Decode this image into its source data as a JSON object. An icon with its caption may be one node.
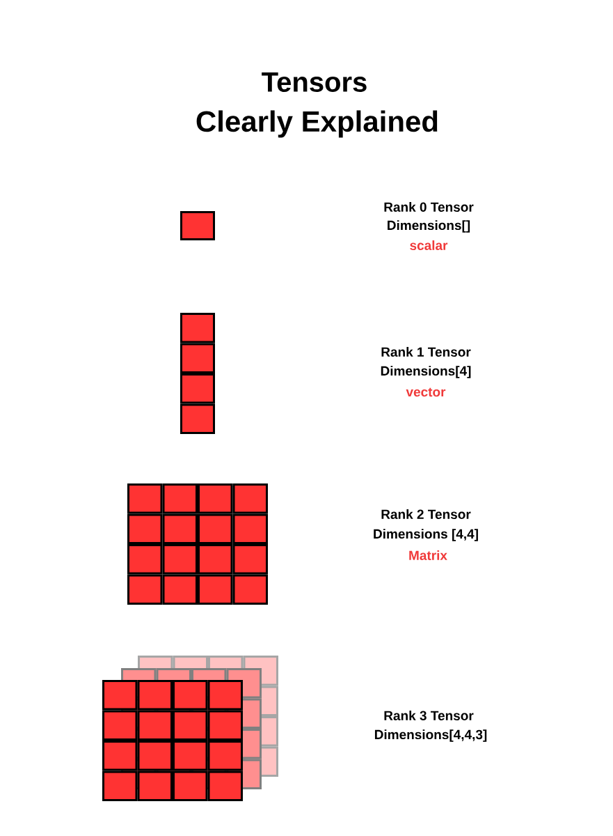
{
  "diagram": {
    "title": "Tensors",
    "labels": [
      "Clearly Explained",
      "Rank 0 Tensor",
      "Dimensions[]",
      "scalar",
      "Rank 1 Tensor",
      "Dimensions[4]",
      "vector",
      "Rank 2 Tensor",
      "Dimensions [4,4]",
      "Matrix",
      "Rank 3 Tensor",
      "Dimensions[4,4,3]"
    ]
  }
}
